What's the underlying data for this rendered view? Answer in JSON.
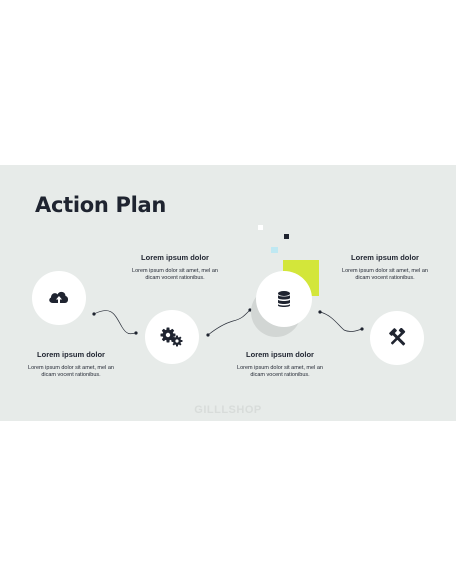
{
  "slide": {
    "title": "Action Plan",
    "watermark": "GILLLSHOP",
    "steps": [
      {
        "heading": "Lorem ipsum dolor",
        "body": "Lorem ipsum dolor sit amet, mel an dicam vocent rationibus.",
        "icon": "cloud-upload-icon"
      },
      {
        "heading": "Lorem ipsum dolor",
        "body": "Lorem ipsum dolor sit amet, mel an dicam vocent rationibus.",
        "icon": "gears-icon"
      },
      {
        "heading": "Lorem ipsum dolor",
        "body": "Lorem ipsum dolor sit amet, mel an dicam vocent rationibus.",
        "icon": "database-icon"
      },
      {
        "heading": "Lorem ipsum dolor",
        "body": "Lorem ipsum dolor sit amet, mel an dicam vocent rationibus.",
        "icon": "tools-icon"
      }
    ],
    "colors": {
      "background": "#e7ebe9",
      "accent_lime": "#d3e63a",
      "accent_cyan": "#bfe8f2",
      "text_dark": "#1f2430"
    }
  }
}
